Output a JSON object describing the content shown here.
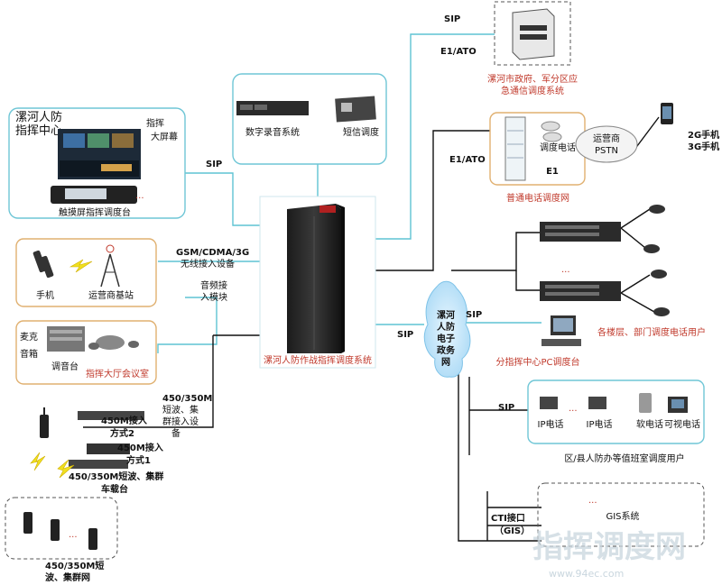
{
  "central": {
    "label": "漯河人防作战指挥调度系统"
  },
  "top_box": {
    "recorder": "数字录音系统",
    "sms": "短信调度"
  },
  "command_center": {
    "title_1": "漯河人防",
    "title_2": "指挥中心",
    "screen_1": "指挥",
    "screen_2": "大屏幕",
    "console": "触摸屏指挥调度台",
    "dots": "..."
  },
  "wireless_box": {
    "phone": "手机",
    "station": "运营商基站"
  },
  "meeting_box": {
    "mic": "麦克",
    "speaker": "音箱",
    "mixer": "调音台",
    "room": "指挥大厅会议室"
  },
  "gov": {
    "line_1": "漯河市政府、军分区应",
    "line_2": "急通信调度系统"
  },
  "pstn_box": {
    "phone": "调度电话",
    "e1": "E1",
    "label": "普通电话调度网",
    "carrier_1": "运营商",
    "carrier_2": "PSTN",
    "mobile_1": "2G手机",
    "mobile_2": "3G手机"
  },
  "labels": {
    "sip_top": "SIP",
    "e1ato_top": "E1/ATO",
    "sip_left": "SIP",
    "e1ato_mid": "E1/ATO",
    "gsm_1": "GSM/CDMA/3G",
    "gsm_2": "无线接入设备",
    "audio_1": "音频接",
    "audio_2": "入模块",
    "sip_center": "SIP",
    "sip_gov": "SIP",
    "sip_right": "SIP",
    "cti_1": "CTI接口",
    "cti_2": "（GIS）",
    "radio_1": "450/350M",
    "radio_2": "短波、集",
    "radio_3": "群接入设",
    "radio_4": "备"
  },
  "egov": {
    "line_1": "漯河",
    "line_2": "人防",
    "line_3": "电子",
    "line_4": "政务",
    "line_5": "网"
  },
  "floors": {
    "label": "各楼层、部门调度电话用户",
    "dots": "..."
  },
  "pc": {
    "label": "分指挥中心PC调度台"
  },
  "county": {
    "ip1": "IP电话",
    "ip2": "IP电话",
    "soft": "软电话",
    "video": "可视电话",
    "dots": "...",
    "label": "区/县人防办等值班室调度用户"
  },
  "gis": {
    "label": "GIS系统",
    "dots": "..."
  },
  "radio": {
    "mode2_1": "450M接入",
    "mode2_2": "方式2",
    "mode1_1": "450M接入",
    "mode1_2": "方式1",
    "car_1": "450/350M短波、集群",
    "car_2": "车载台",
    "net_1": "450/350M短",
    "net_2": "波、集群网",
    "dots": "..."
  },
  "watermark": {
    "title": "指挥调度网",
    "url": "www.94ec.com"
  },
  "colors": {
    "line_cyan": "#5fc3d3",
    "line_black": "#111111",
    "box_orange": "#e0b070",
    "cloud_blue": "#bfe3f7",
    "text_red": "#c0392b"
  }
}
